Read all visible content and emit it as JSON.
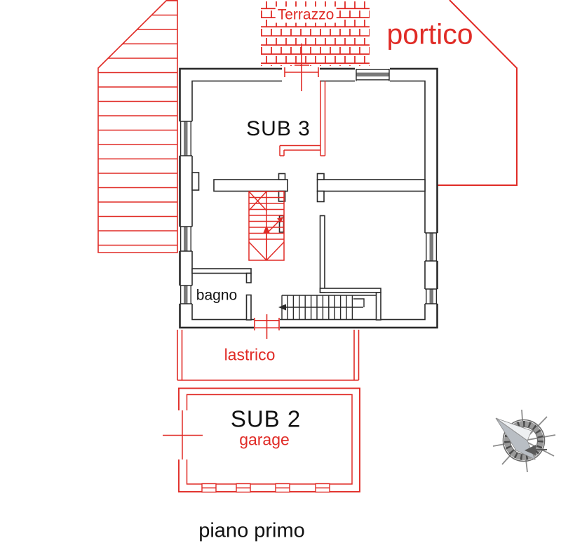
{
  "page": {
    "type": "cadastral floor plan drawing",
    "background": "#ffffff"
  },
  "colors": {
    "annotation_red": "#e02b26",
    "line_black": "#2a2a2a",
    "window_gray": "#7a7a7a"
  },
  "plan": {
    "labels": {
      "terrazzo": "Terrazzo",
      "portico": "portico",
      "sub3": "SUB 3",
      "bagno": "bagno",
      "lastrico": "lastrico",
      "sub2": "SUB 2",
      "garage": "garage",
      "floor_title": "piano primo"
    },
    "icons": {
      "compass": "compass-rose-icon"
    }
  }
}
